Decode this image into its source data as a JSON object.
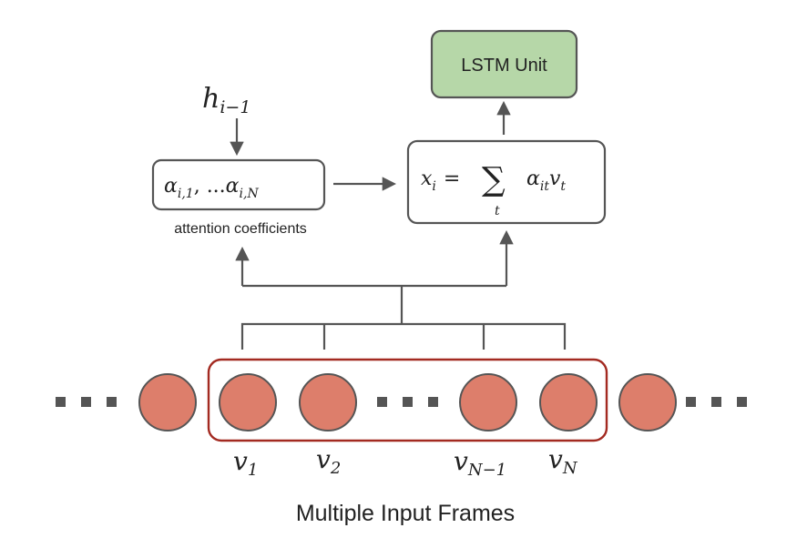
{
  "lstm_label": "LSTM Unit",
  "attention_label": "attention coefficients",
  "caption": "Multiple Input Frames",
  "hidden_state": {
    "base": "h",
    "sub": "i−1"
  },
  "alpha_box": {
    "a1_sym": "α",
    "a1_sub": "i,1",
    "sep": ", ...",
    "aN_sym": "α",
    "aN_sub": "i,N"
  },
  "sum_box": {
    "lhs": "x",
    "lhs_sub": "i",
    "eq": "=",
    "sigma": "∑",
    "sigma_sub": "t",
    "alpha": "α",
    "alpha_sub": "it",
    "v": "v",
    "v_sub": "t"
  },
  "frame_labels": [
    {
      "base": "v",
      "sub": "1"
    },
    {
      "base": "v",
      "sub": "2"
    },
    {
      "base": "v",
      "sub": "N−1"
    },
    {
      "base": "v",
      "sub": "N"
    }
  ],
  "colors": {
    "frame_fill": "#dd7e6b",
    "lstm_fill": "#b6d7a8",
    "group_border": "#a32a21"
  }
}
